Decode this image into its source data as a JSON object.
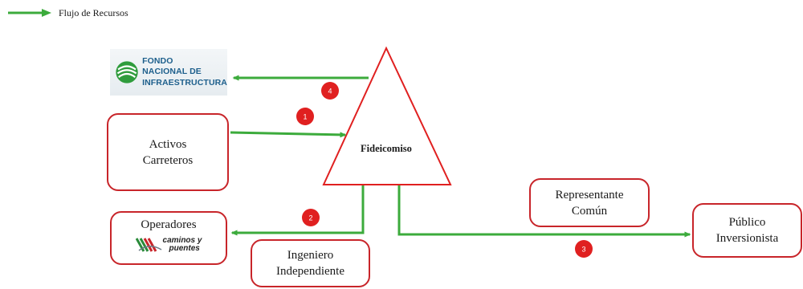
{
  "legend": {
    "label": "Flujo de Recursos",
    "arrow_color": "#3cab3c"
  },
  "colors": {
    "flow": "#3cab3c",
    "box_border": "#c8252a",
    "badge": "#e02020",
    "triangle": "#e02020"
  },
  "center": {
    "label": "Fideicomiso"
  },
  "fondo": {
    "line1": "FONDO",
    "line2": "NACIONAL DE",
    "line3": "INFRAESTRUCTURA"
  },
  "boxes": {
    "activos": {
      "line1": "Activos",
      "line2": "Carreteros"
    },
    "operadores": {
      "label": "Operadores"
    },
    "ingeniero": {
      "line1": "Ingeniero",
      "line2": "Independiente"
    },
    "representante": {
      "line1": "Representante",
      "line2": "Común"
    },
    "publico": {
      "line1": "Público",
      "line2": "Inversionista"
    }
  },
  "caminos_logo": {
    "line1": "caminos y",
    "line2": "puentes"
  },
  "badges": [
    "1",
    "2",
    "3",
    "4"
  ]
}
